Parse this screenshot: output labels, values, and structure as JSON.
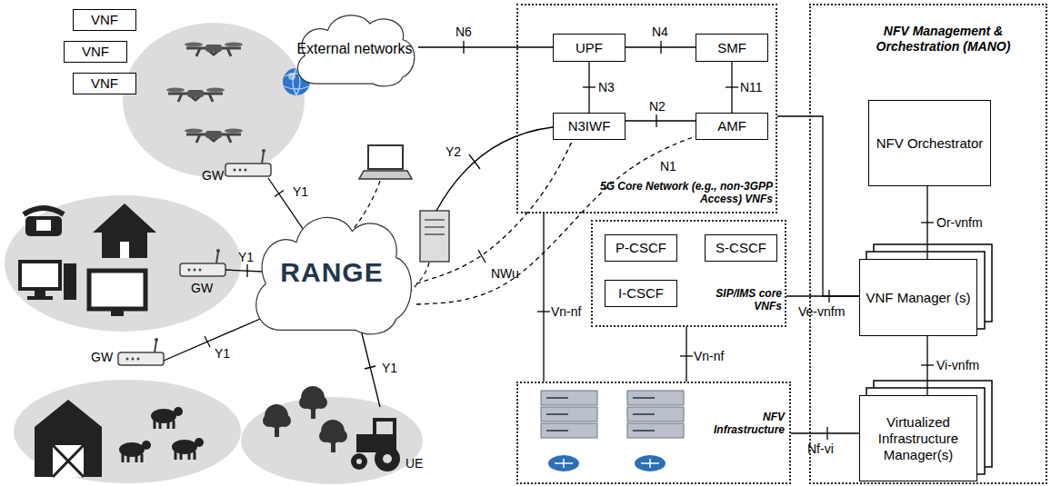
{
  "diagram": {
    "nodes": [
      {
        "text": [
          "External networks"
        ]
      },
      {
        "text": [
          "5G Core Network (e.g., non-3GPP Access) VNFs"
        ]
      },
      {
        "text": [
          "UPF"
        ],
        "in": 1
      },
      {
        "text": [
          "SMF"
        ],
        "in": 1
      },
      {
        "text": [
          "N3IWF"
        ],
        "in": 1
      },
      {
        "text": [
          "AMF"
        ],
        "in": 1
      },
      {
        "text": [
          "NFV Management & Orchestration (MANO)"
        ]
      },
      {
        "text": [
          "NFV Orchestrator"
        ],
        "in": 6
      },
      {
        "text": [
          "VNF Manager (s)"
        ],
        "in": 6
      },
      {
        "text": [
          "Virtualized Infrastructure Manager(s)"
        ],
        "in": 6
      },
      {
        "text": [
          "SIP/IMS core VNFs"
        ]
      },
      {
        "text": [
          "P-CSCF"
        ],
        "in": 10
      },
      {
        "text": [
          "S-CSCF"
        ],
        "in": 10
      },
      {
        "text": [
          "I-CSCF"
        ],
        "in": 10
      },
      {
        "text": [
          "NFV Infrastructure"
        ]
      },
      {
        "text": [
          "RANGE"
        ]
      },
      {
        "text": [
          "VNF"
        ]
      },
      {
        "text": [
          "VNF"
        ]
      },
      {
        "text": [
          "VNF"
        ]
      }
    ],
    "edges": [
      {
        "from": 0,
        "to": 2,
        "arrow": "none",
        "label": "N6"
      },
      {
        "from": 2,
        "to": 3,
        "arrow": "none",
        "label": "N4"
      },
      {
        "from": 2,
        "to": 4,
        "arrow": "none",
        "label": "N3"
      },
      {
        "from": 4,
        "to": 5,
        "arrow": "none",
        "label": "N2"
      },
      {
        "from": 3,
        "to": 5,
        "arrow": "none",
        "label": "N11"
      },
      {
        "from": 15,
        "to": 4,
        "arrow": "none",
        "label": "NWu"
      },
      {
        "from": 15,
        "to": 5,
        "arrow": "none",
        "label": "N1"
      },
      {
        "from": 1,
        "to": 14,
        "arrow": "none",
        "label": "Vn-nf"
      },
      {
        "from": 10,
        "to": 14,
        "arrow": "none",
        "label": "Vn-nf"
      },
      {
        "from": 1,
        "to": 8,
        "arrow": "none"
      },
      {
        "from": 10,
        "to": 8,
        "arrow": "none",
        "label": "Ve-vnfm"
      },
      {
        "from": 7,
        "to": 8,
        "arrow": "none",
        "label": "Or-vnfm"
      },
      {
        "from": 8,
        "to": 9,
        "arrow": "none",
        "label": "Vi-vnfm"
      },
      {
        "from": 14,
        "to": 9,
        "arrow": "none",
        "label": "Nf-vi"
      }
    ],
    "labels": [
      "GW",
      "GW",
      "GW",
      "Y1",
      "Y1",
      "Y1",
      "Y1",
      "Y2",
      "UE"
    ]
  }
}
